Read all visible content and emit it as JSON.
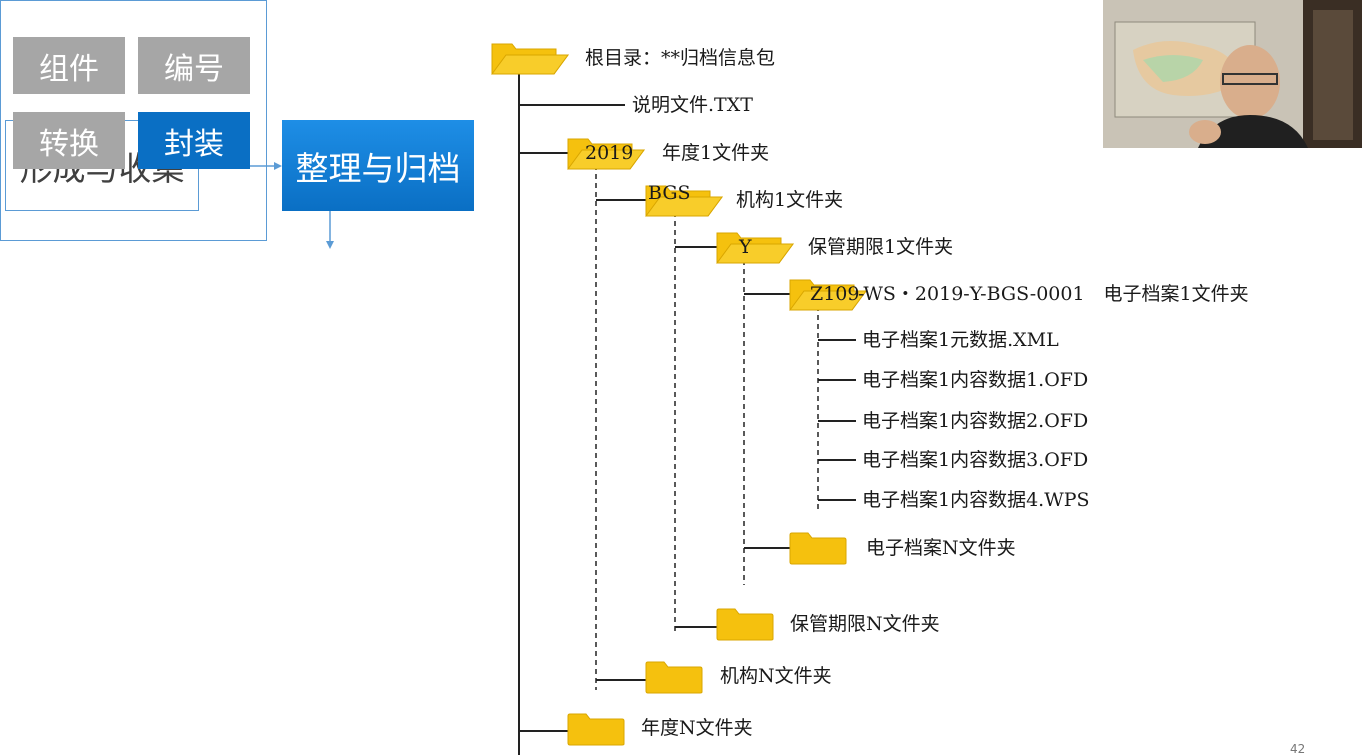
{
  "flow": {
    "formation": "形成与收集",
    "organize": "整理与归档",
    "steps": [
      "组件",
      "编号",
      "转换",
      "封装"
    ],
    "ellipsis": "……"
  },
  "tree": {
    "root": "根目录：**归档信息包",
    "readme": "说明文件.TXT",
    "year1_folder": "2019",
    "year1_label": "年度1文件夹",
    "org1_folder": "BGS",
    "org1_label": "机构1文件夹",
    "retention1_folder": "Y",
    "retention1_label": "保管期限1文件夹",
    "record1_folder": "Z109",
    "record1_label": "-WS・2019-Y-BGS-0001　电子档案1文件夹",
    "files": [
      "电子档案1元数据.XML",
      "电子档案1内容数据1.OFD",
      "电子档案1内容数据2.OFD",
      "电子档案1内容数据3.OFD",
      "电子档案1内容数据4.WPS"
    ],
    "recordN_label": "电子档案N文件夹",
    "retentionN_label": "保管期限N文件夹",
    "orgN_label": "机构N文件夹",
    "yearN_label": "年度N文件夹"
  },
  "page_number": "42",
  "colors": {
    "folder": "#f5c10e",
    "accent_blue": "#0a6fc4",
    "step_grey": "#a6a6a6",
    "border_blue": "#5b9bd5"
  },
  "icons": [
    "folder-icon",
    "arrow-right-icon",
    "arrow-down-icon"
  ]
}
